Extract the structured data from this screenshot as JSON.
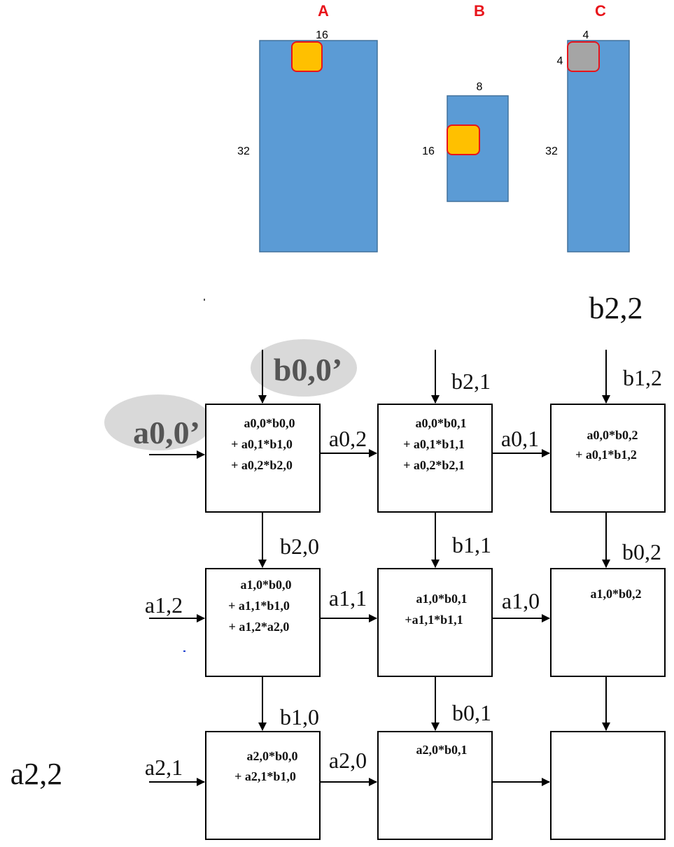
{
  "matrices": {
    "a": {
      "label": "A",
      "width_label": "16",
      "height_label": "32"
    },
    "b": {
      "label": "B",
      "width_label": "8",
      "height_label": "16"
    },
    "c": {
      "label": "C",
      "width_label": "4",
      "tile_height_label": "4",
      "height_label": "32"
    }
  },
  "colors": {
    "matrix_fill": "#5b9bd5",
    "matrix_border": "#41719c",
    "tile_orange": "#ffc000",
    "tile_gray": "#a5a5a5",
    "tile_border": "#e8141b",
    "label_red": "#e8141b",
    "bubble": "#d9d9d9"
  },
  "systolic": {
    "top_right_label": "b2,2",
    "left_bottom_label": "a2,2",
    "bubble_b": "b0,0’",
    "bubble_a": "a0,0’",
    "cells": [
      {
        "lines": [
          "a0,0*b0,0",
          "+ a0,1*b1,0",
          "+ a0,2*b2,0"
        ]
      },
      {
        "lines": [
          "a0,0*b0,1",
          "+ a0,1*b1,1",
          "+ a0,2*b2,1"
        ]
      },
      {
        "lines": [
          "a0,0*b0,2",
          "+ a0,1*b1,2"
        ]
      },
      {
        "lines": [
          "a1,0*b0,0",
          "+ a1,1*b1,0",
          "+ a1,2*a2,0"
        ]
      },
      {
        "lines": [
          "a1,0*b0,1",
          "+a1,1*b1,1"
        ]
      },
      {
        "lines": [
          "a1,0*b0,2"
        ]
      },
      {
        "lines": [
          "a2,0*b0,0",
          "+ a2,1*b1,0"
        ]
      },
      {
        "lines": [
          "a2,0*b0,1"
        ]
      },
      {
        "lines": []
      }
    ],
    "top_inputs": [
      "b2,1",
      "b1,2"
    ],
    "row_inputs": [
      "a1,2",
      "a2,1"
    ],
    "h_edges": [
      "a0,2",
      "a0,1",
      "a1,1",
      "a1,0",
      "a2,0"
    ],
    "v_edges": [
      "b2,0",
      "b1,1",
      "b0,2",
      "b1,0",
      "b0,1"
    ]
  }
}
